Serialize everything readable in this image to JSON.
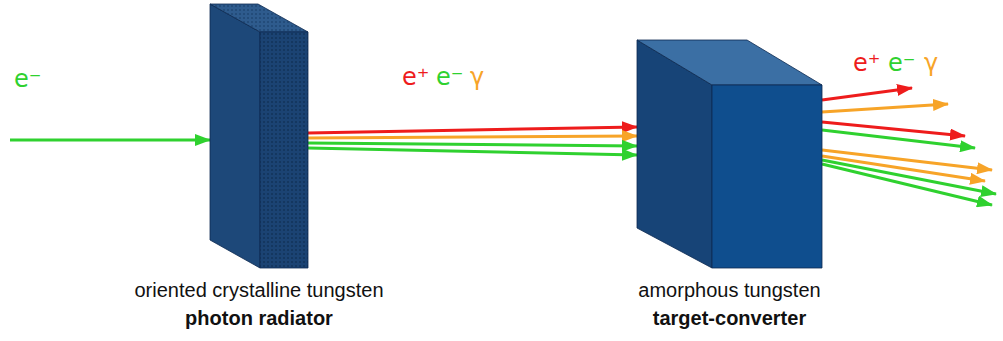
{
  "diagram": {
    "nodes": [
      {
        "text": [
          "oriented crystalline tungsten",
          "photon radiator"
        ]
      },
      {
        "text": [
          "amorphous tungsten",
          "target-converter"
        ]
      }
    ],
    "edges": [
      {
        "from": 0,
        "to": 1,
        "arrow": "to"
      },
      {
        "from": 0,
        "to": 1,
        "arrow": "to"
      },
      {
        "from": 0,
        "to": 1,
        "arrow": "to"
      },
      {
        "from": 0,
        "to": 1,
        "arrow": "to"
      }
    ],
    "labels": [
      "e⁻",
      "e⁺",
      "e⁻",
      "γ",
      "e⁺",
      "e⁻",
      "γ"
    ]
  }
}
